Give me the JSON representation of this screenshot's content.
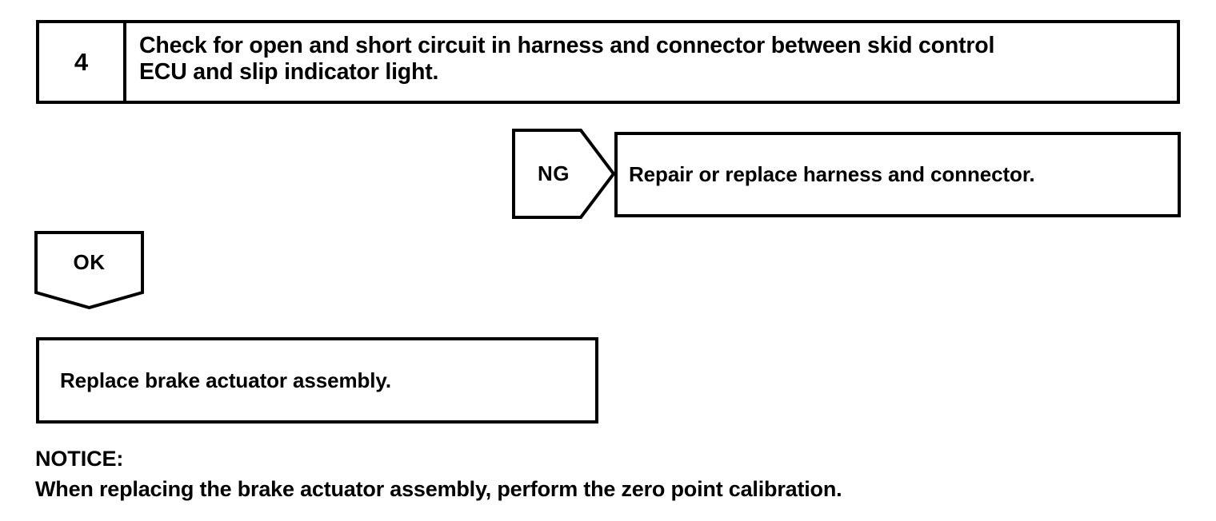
{
  "page": {
    "title": "Skid control ECU / slip indicator light diagnostic flowchart",
    "background_color": "#ffffff",
    "line_color": "#000000"
  },
  "step": {
    "number": "4",
    "text_lines": [
      "Check for open and short circuit in harness and connector between skid control",
      "ECU and slip indicator light."
    ]
  },
  "ng_branch": {
    "tag_label": "NG",
    "tag_shape": "right-pointing-pentagon",
    "result_text": "Repair or replace harness and connector."
  },
  "ok_branch": {
    "tag_label": "OK",
    "tag_shape": "down-pointing-pentagon",
    "result_text": "Replace brake actuator assembly."
  },
  "notice": {
    "title": "NOTICE:",
    "body": "When replacing the brake actuator assembly, perform the zero point calibration."
  }
}
